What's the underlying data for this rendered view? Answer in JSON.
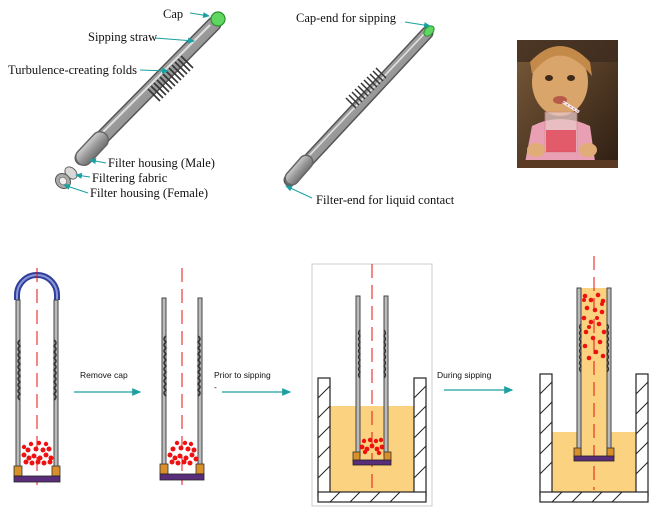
{
  "top_left": {
    "cap": "Cap",
    "straw": "Sipping straw",
    "folds": "Turbulence-creating folds",
    "male": "Filter housing (Male)",
    "fabric": "Filtering fabric",
    "female": "Filter housing (Female)"
  },
  "top_middle": {
    "cap_end": "Cap-end for sipping",
    "filter_end": "Filter-end for liquid contact"
  },
  "steps": {
    "remove_cap": "Remove cap",
    "prior": "Prior to sipping",
    "prior_dot": "-",
    "during": "During sipping"
  },
  "colors": {
    "arrow": "#1aa0a0",
    "liquid": "#fbd27f",
    "particle": "#ee1111",
    "cap_blue": "#2f3f9a",
    "filter_orange": "#d9902a",
    "filter_purple": "#5a2d7a",
    "cap_green": "#5fd65f"
  }
}
